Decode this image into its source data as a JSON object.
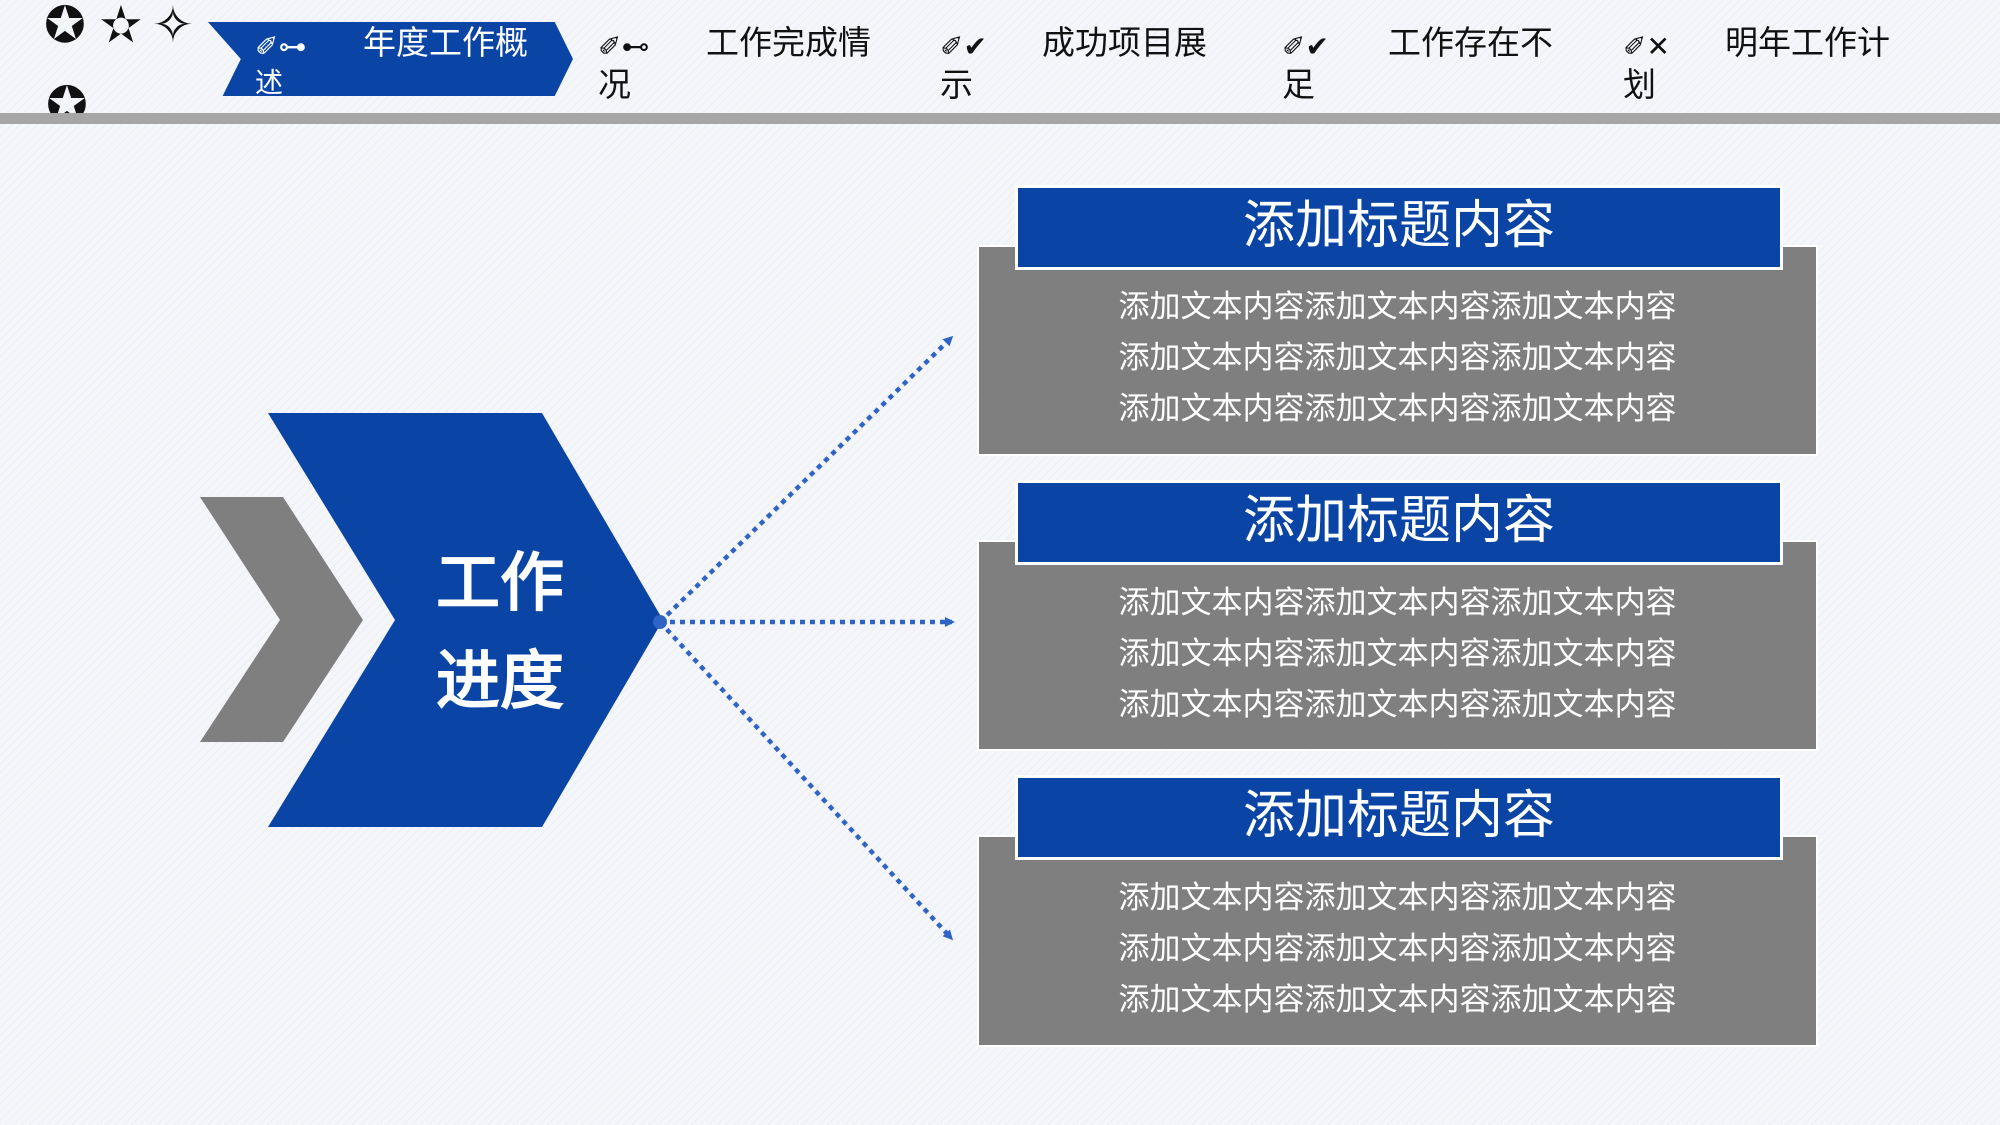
{
  "header": {
    "stars": [
      "✪",
      "✫",
      "✧",
      "✪"
    ],
    "nav": [
      {
        "icon": "✐⊶",
        "line1": "年度工作概",
        "line2": "述",
        "active": true
      },
      {
        "icon": "✐⊷",
        "line1": "工作完成情",
        "line2": "况",
        "active": false
      },
      {
        "icon": "✐✔",
        "line1": "成功项目展",
        "line2": "示",
        "active": false
      },
      {
        "icon": "✐✔",
        "line1": "工作存在不",
        "line2": "足",
        "active": false
      },
      {
        "icon": "✐✕",
        "line1": "明年工作计",
        "line2": "划",
        "active": false
      }
    ]
  },
  "center": {
    "line1": "工作",
    "line2": "进度"
  },
  "cards": [
    {
      "title": "添加标题内容",
      "lines": [
        "添加文本内容添加文本内容添加文本内容",
        "添加文本内容添加文本内容添加文本内容",
        "添加文本内容添加文本内容添加文本内容"
      ]
    },
    {
      "title": "添加标题内容",
      "lines": [
        "添加文本内容添加文本内容添加文本内容",
        "添加文本内容添加文本内容添加文本内容",
        "添加文本内容添加文本内容添加文本内容"
      ]
    },
    {
      "title": "添加标题内容",
      "lines": [
        "添加文本内容添加文本内容添加文本内容",
        "添加文本内容添加文本内容添加文本内容",
        "添加文本内容添加文本内容添加文本内容"
      ]
    }
  ],
  "colors": {
    "primary": "#0a45a6",
    "gray": "#7f7f7f",
    "arrow": "#2f63c4"
  }
}
